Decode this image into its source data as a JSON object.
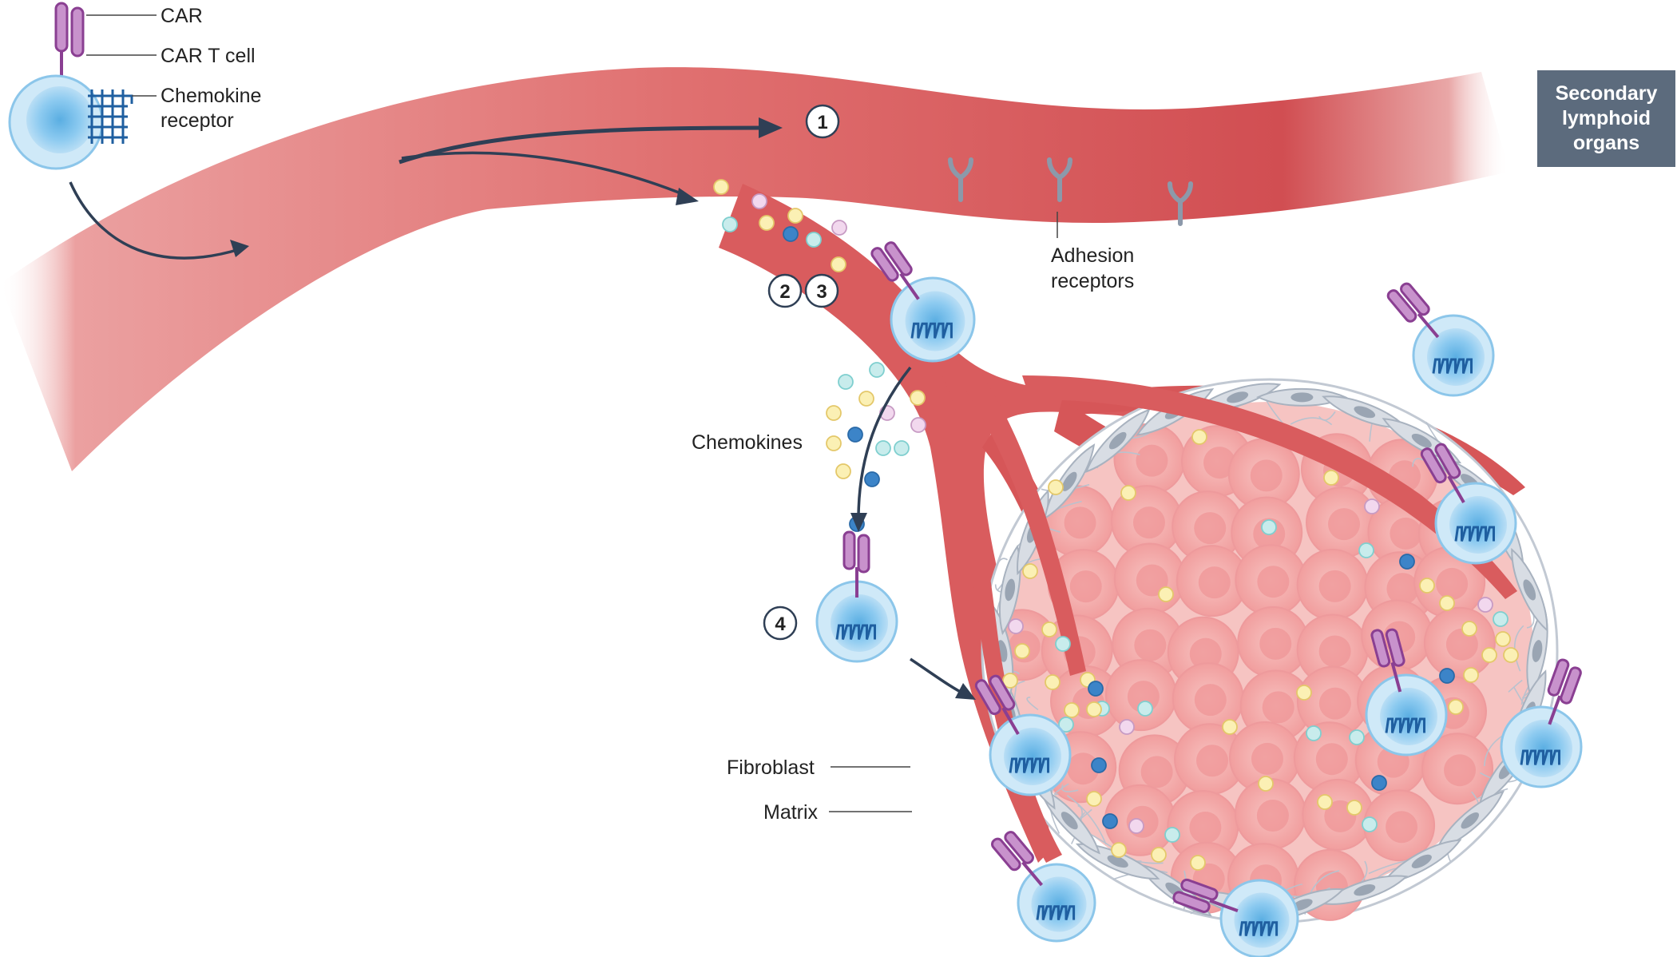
{
  "legend": {
    "car": "CAR",
    "car_t_cell": "CAR T cell",
    "chemokine_receptor_line1": "Chemokine",
    "chemokine_receptor_line2": "receptor"
  },
  "labels": {
    "adhesion_line1": "Adhesion",
    "adhesion_line2": "receptors",
    "chemokines": "Chemokines",
    "fibroblast": "Fibroblast",
    "matrix": "Matrix"
  },
  "organ_box": {
    "line1": "Secondary",
    "line2": "lymphoid",
    "line3": "organs"
  },
  "steps": [
    "1",
    "2",
    "3",
    "4"
  ],
  "colors": {
    "vessel": "#d9585a",
    "tcell": "#a9d6f2",
    "car": "#a45bab",
    "receptor": "#1f5fa0",
    "tumor": "#f4b3b2",
    "fibroblast": "#d8dde4",
    "label_box": "#5c6b7d",
    "chemokine_yellow": "#fbf0b4",
    "chemokine_pink": "#f2d8ee",
    "chemokine_teal": "#c8ecec",
    "chemokine_blue": "#3c84c8"
  }
}
